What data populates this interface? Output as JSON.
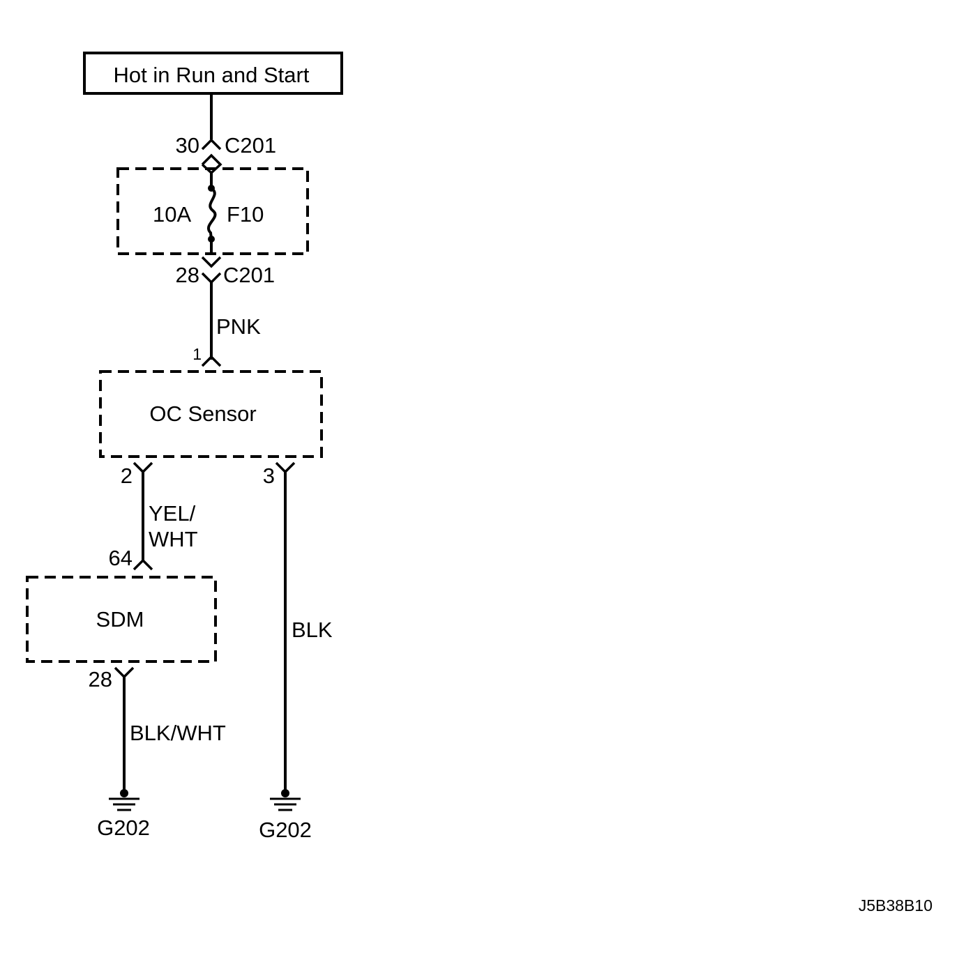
{
  "power_source": "Hot in Run and Start",
  "fuse": {
    "rating": "10A",
    "name": "F10"
  },
  "connectors": {
    "c201_top": {
      "pin": "30",
      "name": "C201"
    },
    "c201_bottom": {
      "pin": "28",
      "name": "C201"
    },
    "sensor_pin1": "1",
    "sensor_pin2": "2",
    "sensor_pin3": "3",
    "sdm_pin64": "64",
    "sdm_pin28": "28"
  },
  "wires": {
    "pnk": "PNK",
    "yel_wht_line1": "YEL/",
    "yel_wht_line2": "WHT",
    "blk": "BLK",
    "blk_wht": "BLK/WHT"
  },
  "components": {
    "sensor": "OC Sensor",
    "sdm": "SDM"
  },
  "grounds": {
    "left": "G202",
    "right": "G202"
  },
  "figure_id": "J5B38B10"
}
